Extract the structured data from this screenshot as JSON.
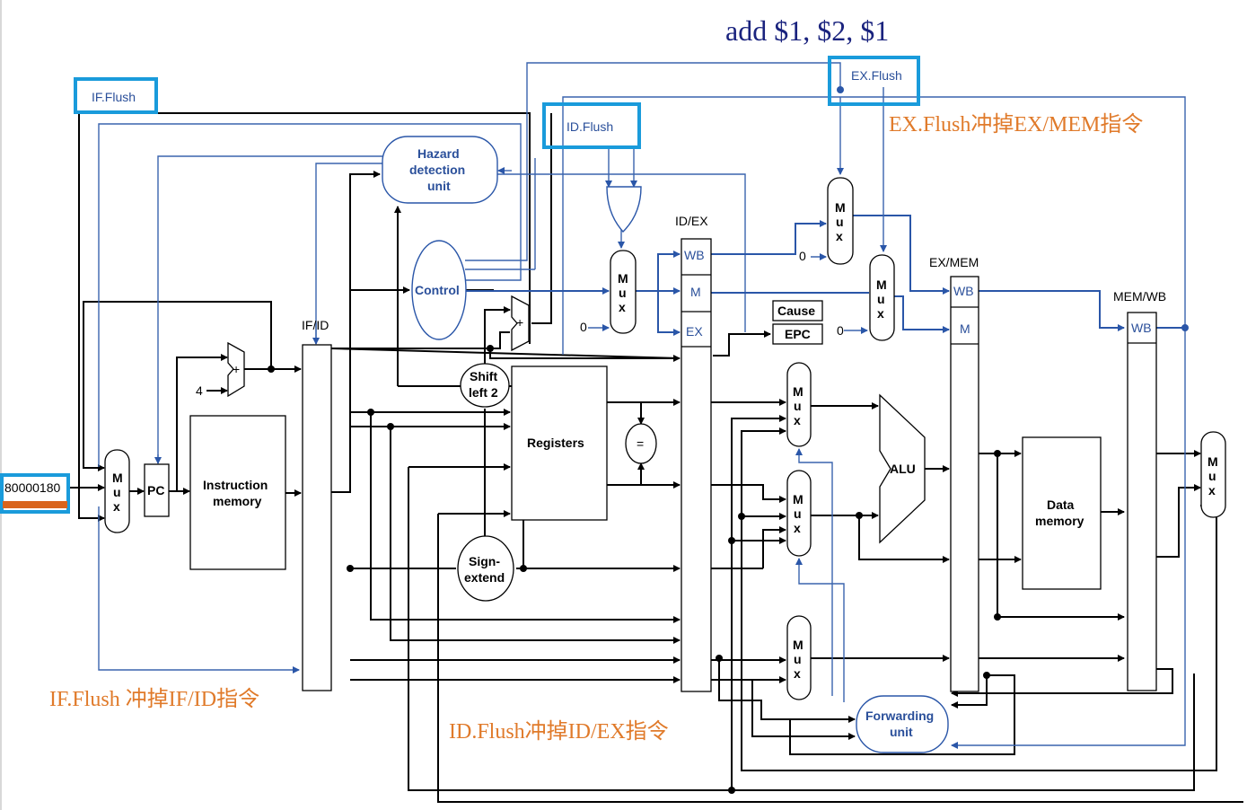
{
  "instruction": "add $1, $2, $1",
  "pc_input_value": "80000180",
  "flush_labels": {
    "if_flush": "IF.Flush",
    "id_flush": "ID.Flush",
    "ex_flush": "EX.Flush"
  },
  "annotations": {
    "if_flush_note": "IF.Flush 冲掉IF/ID指令",
    "id_flush_note": "ID.Flush冲掉ID/EX指令",
    "ex_flush_note": "EX.Flush冲掉EX/MEM指令"
  },
  "pipeline_registers": {
    "if_id": "IF/ID",
    "id_ex": "ID/EX",
    "ex_mem": "EX/MEM",
    "mem_wb": "MEM/WB"
  },
  "stage_fields": {
    "wb": "WB",
    "m": "M",
    "ex": "EX"
  },
  "units": {
    "hazard_line1": "Hazard",
    "hazard_line2": "detection",
    "hazard_line3": "unit",
    "control": "Control",
    "pc": "PC",
    "instr_mem_line1": "Instruction",
    "instr_mem_line2": "memory",
    "registers": "Registers",
    "shift_line1": "Shift",
    "shift_line2": "left 2",
    "sign_line1": "Sign-",
    "sign_line2": "extend",
    "alu": "ALU",
    "data_mem_line1": "Data",
    "data_mem_line2": "memory",
    "forward_line1": "Forwarding",
    "forward_line2": "unit",
    "cause": "Cause",
    "epc": "EPC",
    "equal": "="
  },
  "mux_letters": [
    "M",
    "u",
    "x"
  ],
  "constants": {
    "four": "4",
    "zero": "0",
    "plus": "+"
  },
  "colors": {
    "highlight": "#1a9bdb",
    "orange_note": "#e07a2a",
    "navy_title": "#1a237e",
    "blue_wire": "#2a56a8",
    "pc_bar": "#d9641c"
  }
}
